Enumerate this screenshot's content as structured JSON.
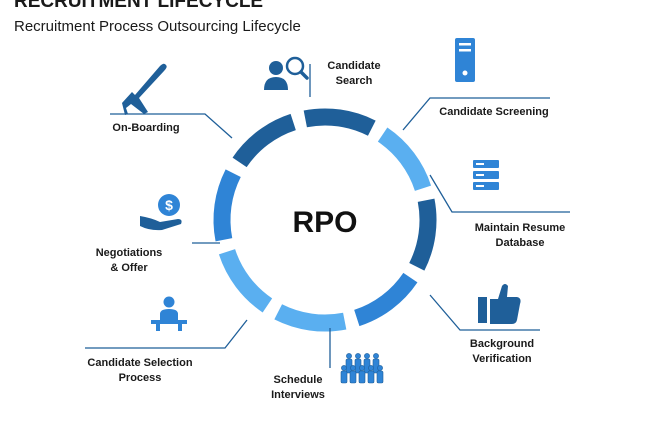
{
  "header": {
    "title": "RECRUITMENT LIFECYCLE",
    "subtitle": "Recruitment Process Outsourcing Lifecycle"
  },
  "center_label": "RPO",
  "steps": [
    {
      "lines": [
        "Candidate",
        "Search"
      ],
      "icon": "user-search-icon"
    },
    {
      "lines": [
        "Candidate Screening"
      ],
      "icon": "server-tower-icon"
    },
    {
      "lines": [
        "Maintain Resume",
        "Database"
      ],
      "icon": "database-rack-icon"
    },
    {
      "lines": [
        "Background",
        "Verification"
      ],
      "icon": "thumbs-up-icon"
    },
    {
      "lines": [
        "Schedule",
        "Interviews"
      ],
      "icon": "group-people-icon"
    },
    {
      "lines": [
        "Candidate Selection",
        "Process"
      ],
      "icon": "desk-person-icon"
    },
    {
      "lines": [
        "Negotiations",
        "& Offer"
      ],
      "icon": "hand-dollar-icon"
    },
    {
      "lines": [
        "On-Boarding"
      ],
      "icon": "airplane-icon"
    }
  ],
  "colors": {
    "dark_blue": "#1f5f99",
    "mid_blue": "#2f84d6",
    "light_blue": "#5aaff0",
    "text": "#1a1a1a"
  }
}
